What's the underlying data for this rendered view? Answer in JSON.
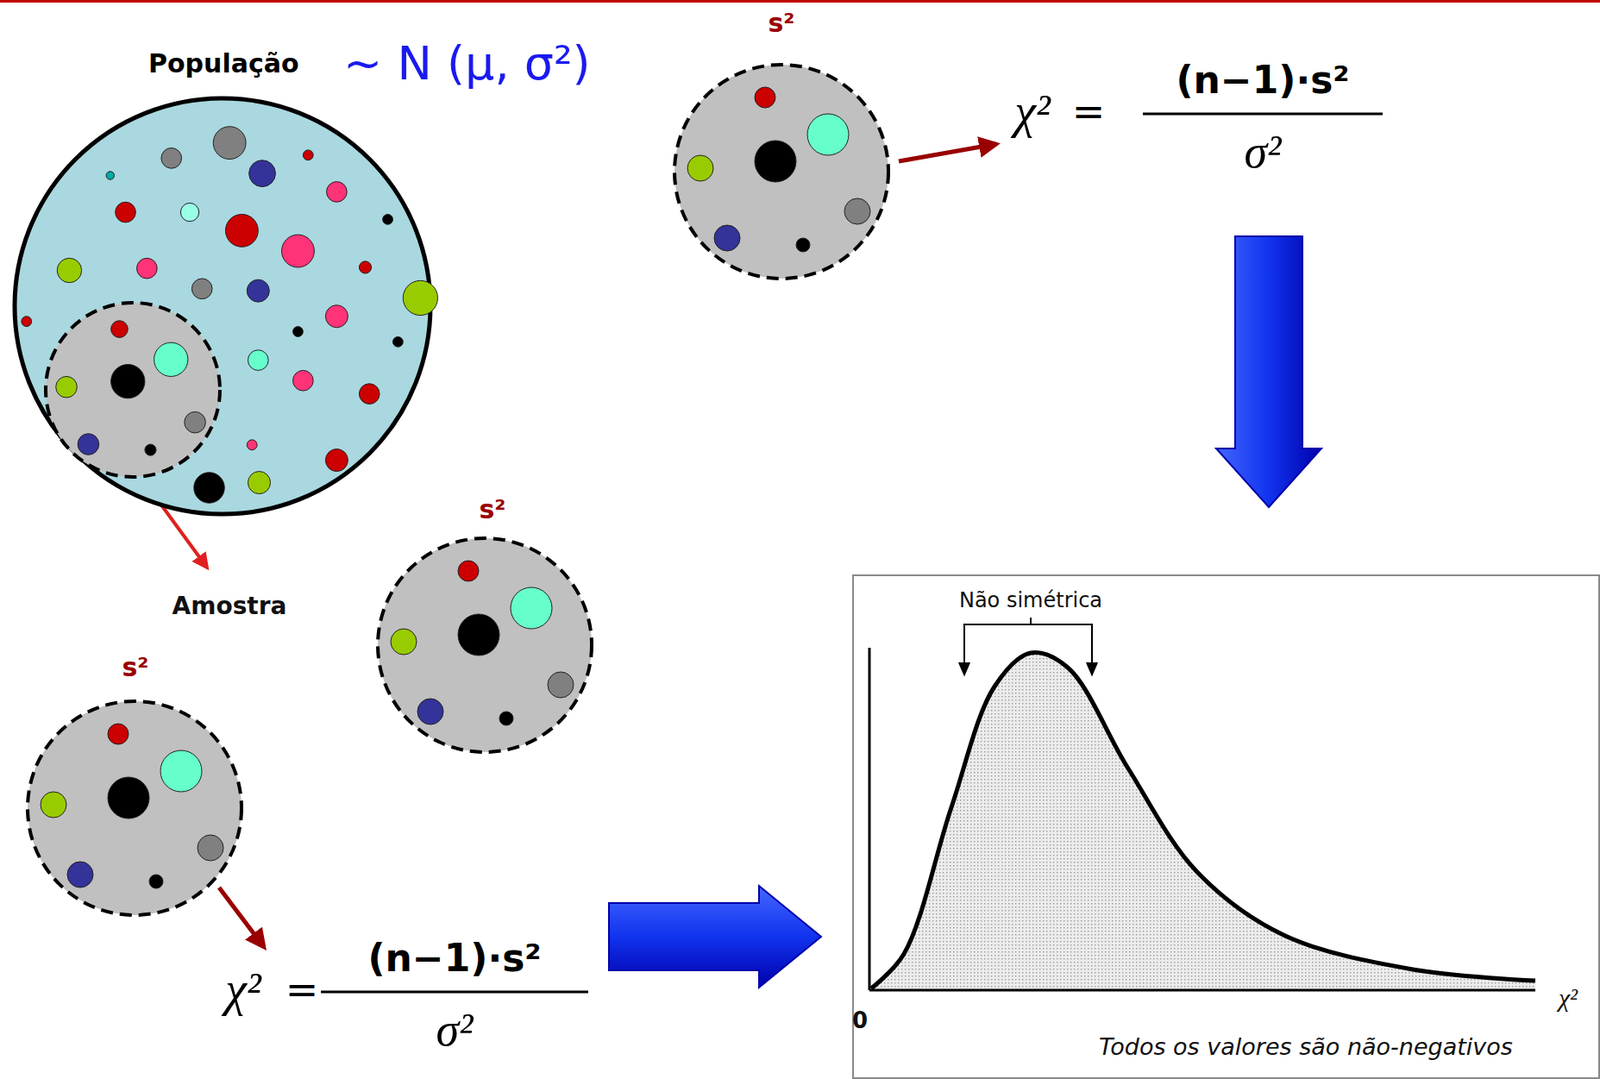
{
  "diagram": {
    "nodes": [
      {
        "text": [
          "População",
          "~ N (μ, σ²)"
        ]
      },
      {
        "text": [
          "Amostra"
        ],
        "in": 0
      },
      {
        "text": [
          "s²"
        ]
      },
      {
        "text": [
          "s²"
        ]
      },
      {
        "text": [
          "s²"
        ]
      },
      {
        "text": [
          "Não simétrica",
          "0",
          "χ²",
          "Todos os valores são não-negativos"
        ]
      }
    ],
    "labels": [
      "χ²",
      "=",
      "(n−1)·s²",
      "σ²",
      "χ²",
      "=",
      "(n−1)·s²",
      "σ²"
    ]
  }
}
